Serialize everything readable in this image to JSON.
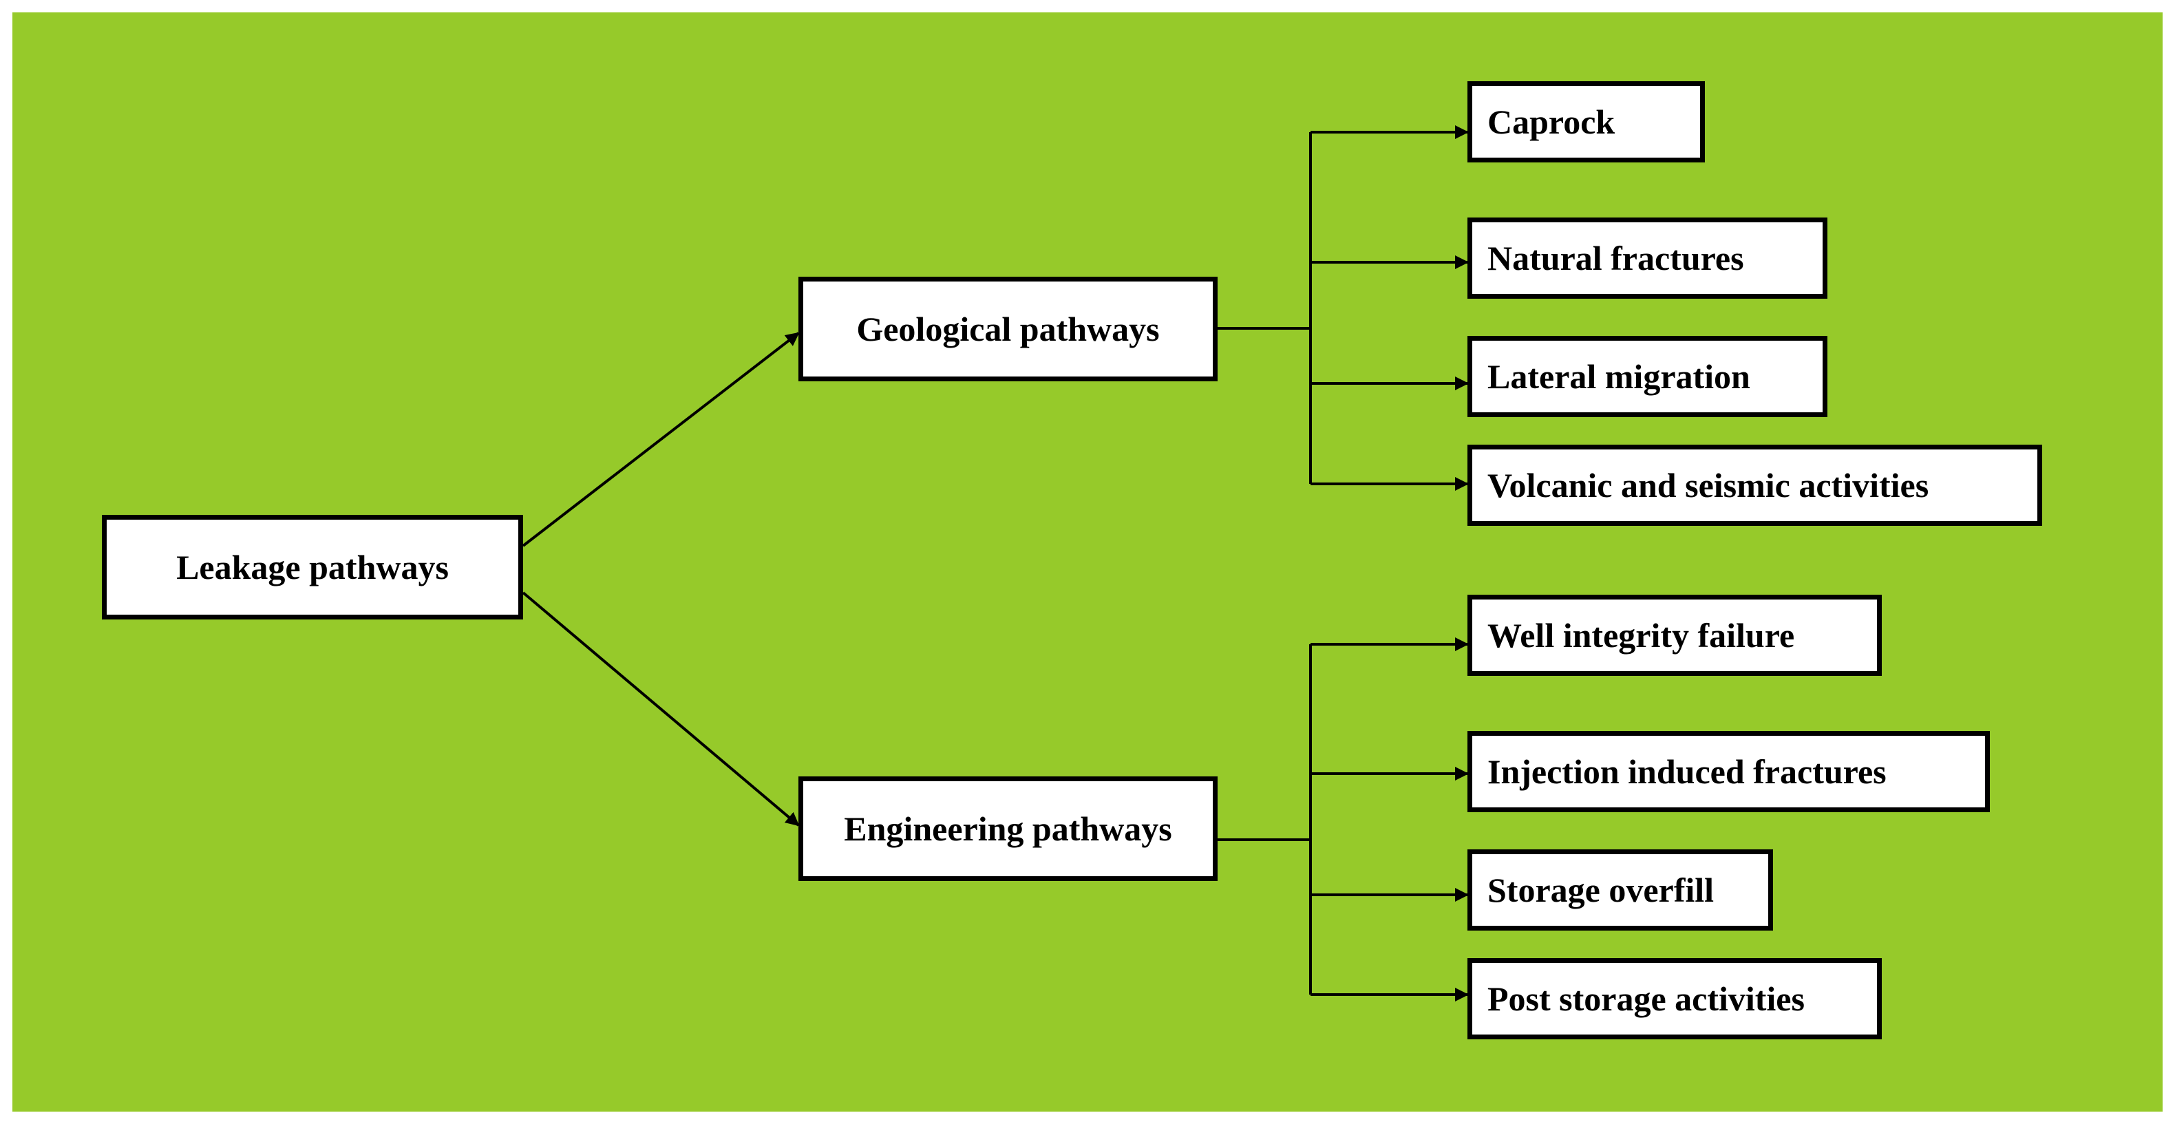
{
  "colors": {
    "background": "#96ca2a",
    "box_fill": "#ffffff",
    "stroke": "#000000"
  },
  "root": {
    "label": "Leakage pathways"
  },
  "branches": [
    {
      "label": "Geological pathways",
      "children": [
        "Caprock",
        "Natural fractures",
        "Lateral migration",
        "Volcanic and seismic activities"
      ]
    },
    {
      "label": "Engineering pathways",
      "children": [
        "Well integrity failure",
        "Injection induced fractures",
        "Storage overfill",
        "Post storage activities"
      ]
    }
  ]
}
